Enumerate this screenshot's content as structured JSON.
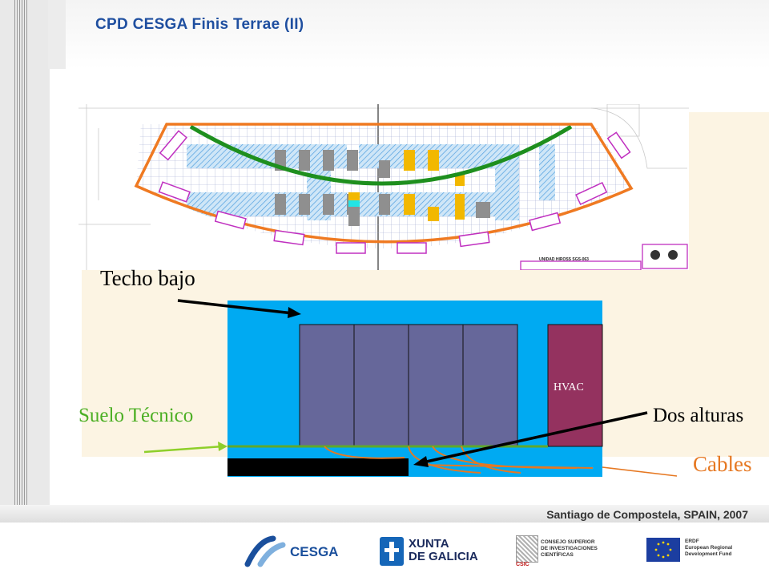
{
  "header": {
    "title": "CPD CESGA Finis Terrae (II)"
  },
  "footer_band": {
    "location": "Santiago de Compostela, SPAIN, 2007"
  },
  "diagram": {
    "techo": "Techo bajo",
    "suelo": "Suelo Técnico",
    "hvac": "HVAC",
    "dos_alturas": "Dos alturas",
    "cables": "Cables",
    "plan_caption": "UNIDAD HIROSS SGS-063",
    "colors": {
      "room": "#00aaf2",
      "rack": "#66679a",
      "hvac": "#94325f",
      "cables": "#e67822",
      "green": "#5fa82c"
    }
  },
  "logos": {
    "cesga": "CESGA",
    "xunta_line1": "XUNTA",
    "xunta_line2": "DE GALICIA",
    "csic_line1": "CONSEJO SUPERIOR",
    "csic_line2": "DE INVESTIGACIONES",
    "csic_line3": "CIENTÍFICAS",
    "csic_badge": "CSIC",
    "erdf_line1": "ERDF",
    "erdf_line2": "European Regional",
    "erdf_line3": "Development Fund"
  }
}
